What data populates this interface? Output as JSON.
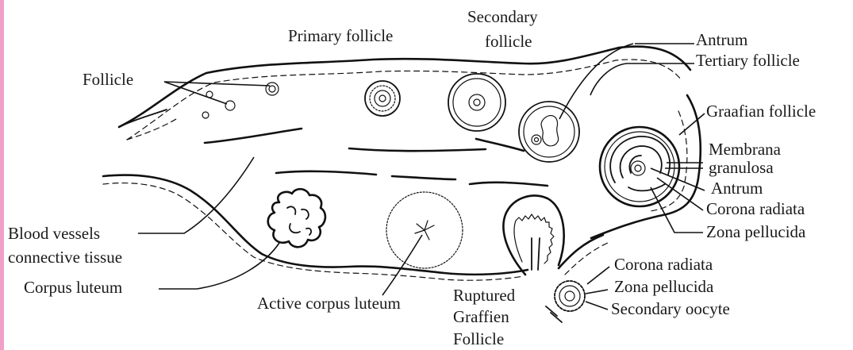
{
  "colors": {
    "ink": "#111111",
    "edge_bar": "#f0a0c8",
    "background": "#ffffff"
  },
  "labels": {
    "primary_follicle": "Primary follicle",
    "secondary_follicle_1": "Secondary",
    "secondary_follicle_2": "follicle",
    "antrum_top": "Antrum",
    "tertiary_follicle": "Tertiary follicle",
    "follicle": "Follicle",
    "graafian_follicle": "Graafian follicle",
    "membrana_1": "Membrana",
    "membrana_2": "granulosa",
    "antrum_mid": "Antrum",
    "corona_radiata_1": "Corona radiata",
    "zona_pellucida_1": "Zona pellucida",
    "blood_vessels_1": "Blood vessels",
    "blood_vessels_2": "connective tissue",
    "corpus_luteum": "Corpus luteum",
    "active_corpus_luteum": "Active corpus luteum",
    "ruptured_1": "Ruptured",
    "ruptured_2": "Graffien",
    "ruptured_3": "Follicle",
    "corona_radiata_2": "Corona radiata",
    "zona_pellucida_2": "Zona pellucida",
    "secondary_oocyte": "Secondary oocyte"
  }
}
